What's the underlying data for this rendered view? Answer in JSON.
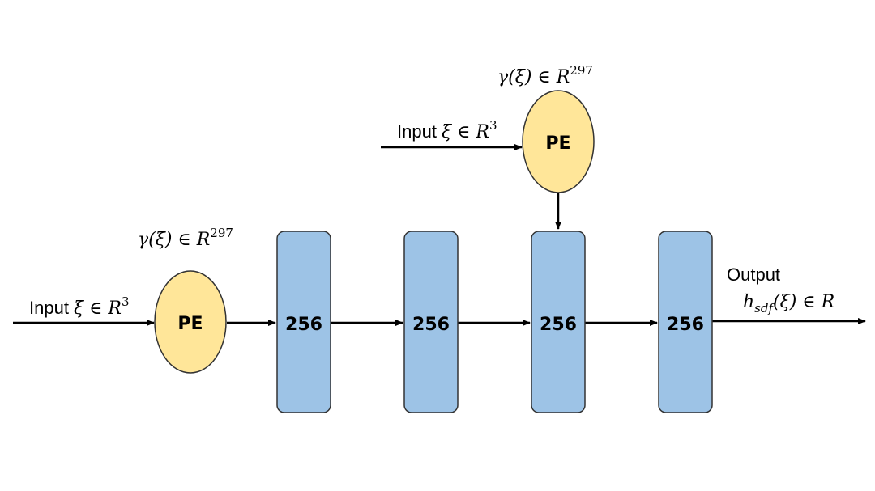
{
  "colors": {
    "pe_fill": "#FFE699",
    "pe_stroke": "#333333",
    "layer_fill": "#9DC3E6",
    "layer_stroke": "#333333",
    "arrow": "#000000",
    "text": "#000000"
  },
  "pe_nodes": [
    {
      "label": "PE",
      "input_text": "Input ",
      "input_symbol": "ξ ∈ R",
      "input_sup": "3",
      "output_math": "γ(ξ) ∈ R",
      "output_sup": "297"
    },
    {
      "label": "PE",
      "input_text": "Input ",
      "input_symbol": "ξ ∈ R",
      "input_sup": "3",
      "output_math": "γ(ξ) ∈ R",
      "output_sup": "297"
    }
  ],
  "layers": [
    {
      "label": "256"
    },
    {
      "label": "256"
    },
    {
      "label": "256"
    },
    {
      "label": "256"
    }
  ],
  "output": {
    "title": "Output",
    "h": "h",
    "sub": "sdf",
    "rest": "(ξ) ∈ R"
  }
}
